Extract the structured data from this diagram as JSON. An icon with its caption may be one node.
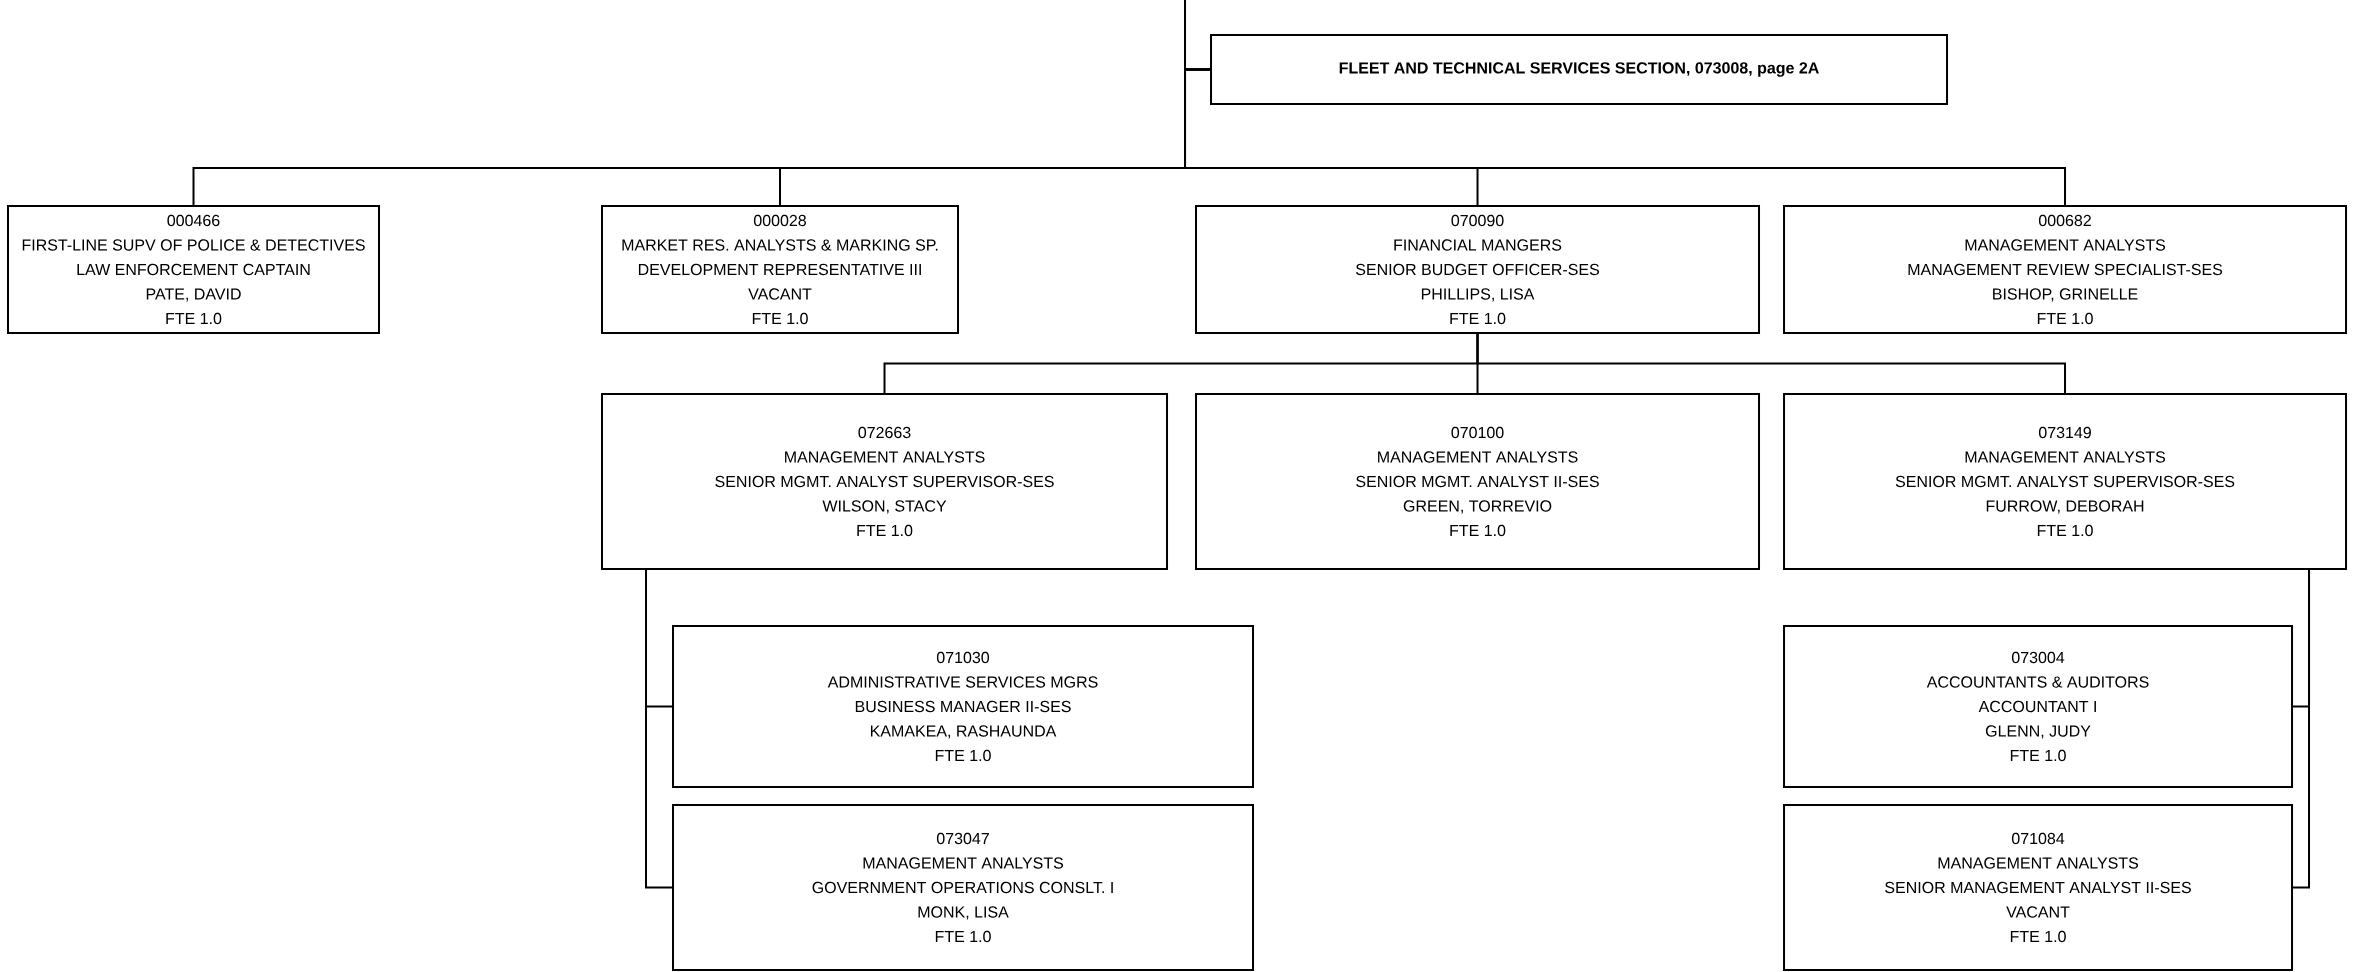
{
  "diagram": {
    "nodes": [
      {
        "text": [
          "FLEET AND TECHNICAL SERVICES SECTION, 073008, page 2A"
        ]
      },
      {
        "text": [
          "000466",
          "FIRST-LINE SUPV OF POLICE & DETECTIVES",
          "LAW ENFORCEMENT CAPTAIN",
          "PATE, DAVID",
          "FTE 1.0"
        ]
      },
      {
        "text": [
          "000028",
          "MARKET RES. ANALYSTS & MARKING SP.",
          "DEVELOPMENT REPRESENTATIVE III",
          "VACANT",
          "FTE 1.0"
        ]
      },
      {
        "text": [
          "070090",
          "FINANCIAL MANGERS",
          "SENIOR BUDGET OFFICER-SES",
          "PHILLIPS, LISA",
          "FTE 1.0"
        ]
      },
      {
        "text": [
          "000682",
          "MANAGEMENT ANALYSTS",
          "MANAGEMENT REVIEW SPECIALIST-SES",
          "BISHOP, GRINELLE",
          "FTE 1.0"
        ]
      },
      {
        "text": [
          "072663",
          "MANAGEMENT ANALYSTS",
          "SENIOR MGMT. ANALYST SUPERVISOR-SES",
          "WILSON, STACY",
          "FTE 1.0"
        ]
      },
      {
        "text": [
          "070100",
          "MANAGEMENT ANALYSTS",
          "SENIOR MGMT. ANALYST II-SES",
          "GREEN, TORREVIO",
          "FTE 1.0"
        ]
      },
      {
        "text": [
          "073149",
          "MANAGEMENT ANALYSTS",
          "SENIOR MGMT. ANALYST SUPERVISOR-SES",
          "FURROW, DEBORAH",
          "FTE 1.0"
        ]
      },
      {
        "text": [
          "071030",
          "ADMINISTRATIVE SERVICES MGRS",
          "BUSINESS MANAGER II-SES",
          "KAMAKEA, RASHAUNDA",
          "FTE 1.0"
        ]
      },
      {
        "text": [
          "073047",
          "MANAGEMENT ANALYSTS",
          "GOVERNMENT OPERATIONS CONSLT. I",
          "MONK, LISA",
          "FTE 1.0"
        ]
      },
      {
        "text": [
          "073004",
          "ACCOUNTANTS & AUDITORS",
          "ACCOUNTANT I",
          "GLENN, JUDY",
          "FTE 1.0"
        ]
      },
      {
        "text": [
          "071084",
          "MANAGEMENT ANALYSTS",
          "SENIOR MANAGEMENT ANALYST II-SES",
          "VACANT",
          "FTE 1.0"
        ]
      }
    ],
    "edges": [
      {
        "from": null,
        "to": 0,
        "arrow": "none"
      },
      {
        "from": 0,
        "to": 1,
        "arrow": "none"
      },
      {
        "from": 0,
        "to": 2,
        "arrow": "none"
      },
      {
        "from": 0,
        "to": 3,
        "arrow": "none"
      },
      {
        "from": 0,
        "to": 4,
        "arrow": "none"
      },
      {
        "from": 3,
        "to": 5,
        "arrow": "none"
      },
      {
        "from": 3,
        "to": 6,
        "arrow": "none"
      },
      {
        "from": 3,
        "to": 7,
        "arrow": "none"
      },
      {
        "from": 5,
        "to": 8,
        "arrow": "none"
      },
      {
        "from": 5,
        "to": 9,
        "arrow": "none"
      },
      {
        "from": 7,
        "to": 10,
        "arrow": "none"
      },
      {
        "from": 7,
        "to": 11,
        "arrow": "none"
      }
    ]
  }
}
